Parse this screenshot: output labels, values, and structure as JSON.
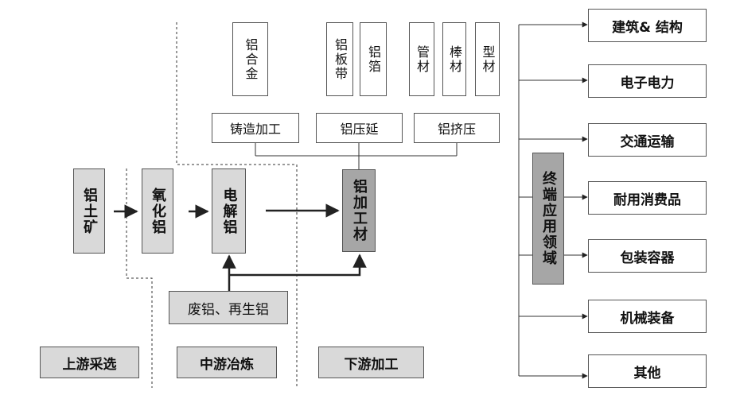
{
  "upstream": {
    "bauxite": "铝土矿",
    "alumina": "氧化铝"
  },
  "midstream": {
    "electrolytic_aluminum": "电解铝",
    "recycled": "废铝、再生铝"
  },
  "downstream": {
    "processed_material": "铝加工材",
    "processes": [
      "铸造加工",
      "铝压延",
      "铝挤压"
    ],
    "products": [
      "铝合金",
      "铝板带",
      "铝箔",
      "管材",
      "棒材",
      "型材"
    ]
  },
  "end_use": {
    "title": "终端应用领域",
    "fields": [
      "建筑& 结构",
      "电子电力",
      "交通运输",
      "耐用消费品",
      "包装容器",
      "机械装备",
      "其他"
    ]
  },
  "stages": [
    "上游采选",
    "中游冶炼",
    "下游加工"
  ]
}
